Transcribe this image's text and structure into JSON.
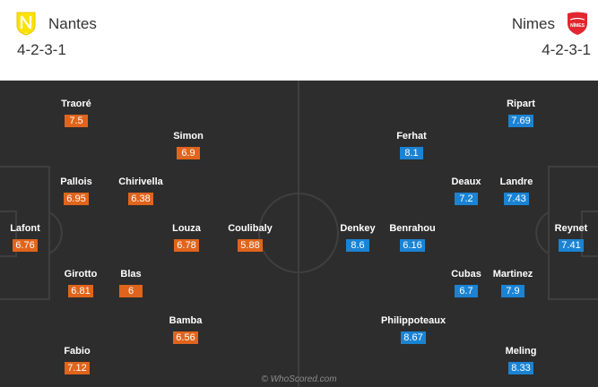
{
  "colors": {
    "home_rating": "#e0641c",
    "away_rating": "#1a83d4",
    "pitch": "#2d2d2d"
  },
  "home": {
    "name": "Nantes",
    "formation": "4-2-3-1",
    "crest_icon": "nantes-crest-icon",
    "crest_initials": "N",
    "players": [
      {
        "name": "Traoré",
        "rating": "7.5"
      },
      {
        "name": "Simon",
        "rating": "6.9"
      },
      {
        "name": "Pallois",
        "rating": "6.95"
      },
      {
        "name": "Chirivella",
        "rating": "6.38"
      },
      {
        "name": "Lafont",
        "rating": "6.76"
      },
      {
        "name": "Louza",
        "rating": "6.78"
      },
      {
        "name": "Coulibaly",
        "rating": "5.88"
      },
      {
        "name": "Girotto",
        "rating": "6.81"
      },
      {
        "name": "Blas",
        "rating": "6"
      },
      {
        "name": "Bamba",
        "rating": "6.56"
      },
      {
        "name": "Fabio",
        "rating": "7.12"
      }
    ]
  },
  "away": {
    "name": "Nimes",
    "formation": "4-2-3-1",
    "crest_icon": "nimes-crest-icon",
    "crest_text": "NÎMES",
    "players": [
      {
        "name": "Ripart",
        "rating": "7.69"
      },
      {
        "name": "Ferhat",
        "rating": "8.1"
      },
      {
        "name": "Deaux",
        "rating": "7.2"
      },
      {
        "name": "Landre",
        "rating": "7.43"
      },
      {
        "name": "Denkey",
        "rating": "8.6"
      },
      {
        "name": "Benrahou",
        "rating": "6.16"
      },
      {
        "name": "Reynet",
        "rating": "7.41"
      },
      {
        "name": "Cubas",
        "rating": "6.7"
      },
      {
        "name": "Martinez",
        "rating": "7.9"
      },
      {
        "name": "Philippoteaux",
        "rating": "8.67"
      },
      {
        "name": "Meling",
        "rating": "8.33"
      }
    ]
  },
  "watermark": "© WhoScored.com"
}
